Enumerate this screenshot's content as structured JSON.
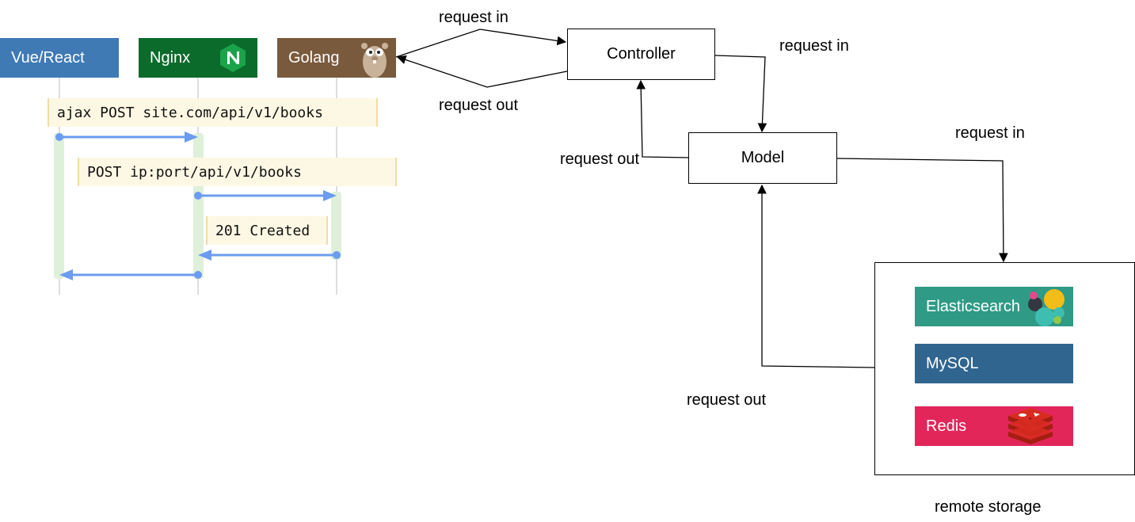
{
  "sequence": {
    "actors": [
      {
        "name": "Vue/React",
        "color": "#3f7ab5"
      },
      {
        "name": "Nginx",
        "color": "#0b6b2b",
        "icon": "nginx-logo-icon"
      },
      {
        "name": "Golang",
        "color": "#7a5a3c",
        "icon": "gopher-icon"
      }
    ],
    "notes": [
      "ajax POST site.com/api/v1/books",
      "POST ip:port/api/v1/books",
      "201 Created"
    ],
    "colors": {
      "arrow": "#6b9cef",
      "activation": "#dff0da",
      "note_bg": "#fdf8e4",
      "lifeline": "#bdbdbd"
    }
  },
  "architecture": {
    "controller": "Controller",
    "model": "Model",
    "labels": {
      "golang_to_controller": "request in",
      "controller_to_golang": "request out",
      "controller_to_model": "request in",
      "model_to_controller": "request out",
      "model_to_storage": "request in",
      "storage_to_model": "request out"
    },
    "storage": {
      "caption": "remote storage",
      "items": [
        {
          "name": "Elasticsearch",
          "color": "#2f9a86",
          "icon": "elasticsearch-logo-icon"
        },
        {
          "name": "MySQL",
          "color": "#30658f"
        },
        {
          "name": "Redis",
          "color": "#e2265a",
          "icon": "redis-logo-icon"
        }
      ]
    }
  }
}
